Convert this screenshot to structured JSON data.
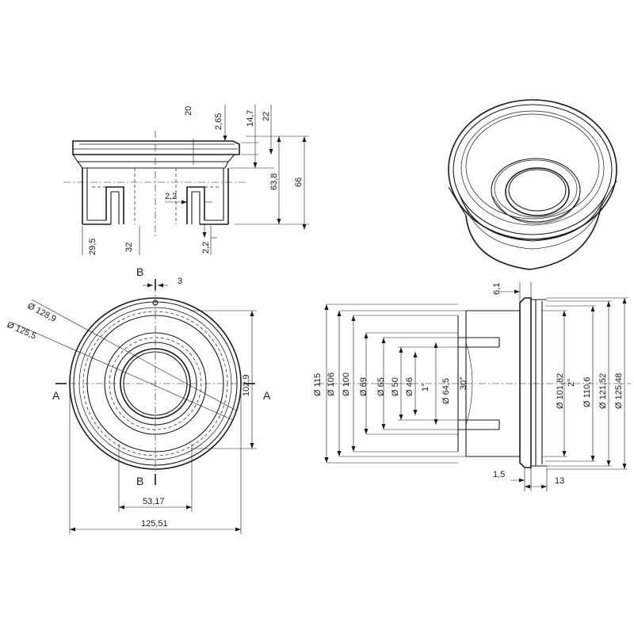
{
  "front_view": {
    "dims": {
      "d20": "20",
      "d265": "2,65",
      "d147": "14,7",
      "d22": "22",
      "d638": "63,8",
      "d66": "66",
      "d22a": "2,2",
      "d295": "29,5",
      "d32": "32",
      "d22b": "2,2"
    }
  },
  "top_view": {
    "section_b": "B",
    "section_a": "A",
    "dims": {
      "d3": "3",
      "d1289": "Ø 128,9",
      "d1255": "Ø 125,5",
      "d1029": "102,9",
      "d5317": "53,17",
      "d12551": "125,51"
    }
  },
  "section_view": {
    "dims": {
      "d61": "6,1",
      "d115": "Ø 115",
      "d106": "Ø 106",
      "d100": "Ø 100",
      "d69": "Ø 69",
      "d65": "Ø 65",
      "d50": "Ø 50",
      "d46": "Ø 46",
      "a1": "1°",
      "d645": "Ø 64,5",
      "a30": "30°",
      "d10182": "Ø 101,82",
      "a2": "2°",
      "d1106": "Ø 110,6",
      "d12152": "Ø 121,52",
      "d12548": "Ø 125,48",
      "d15": "1,5",
      "d13": "13"
    }
  }
}
